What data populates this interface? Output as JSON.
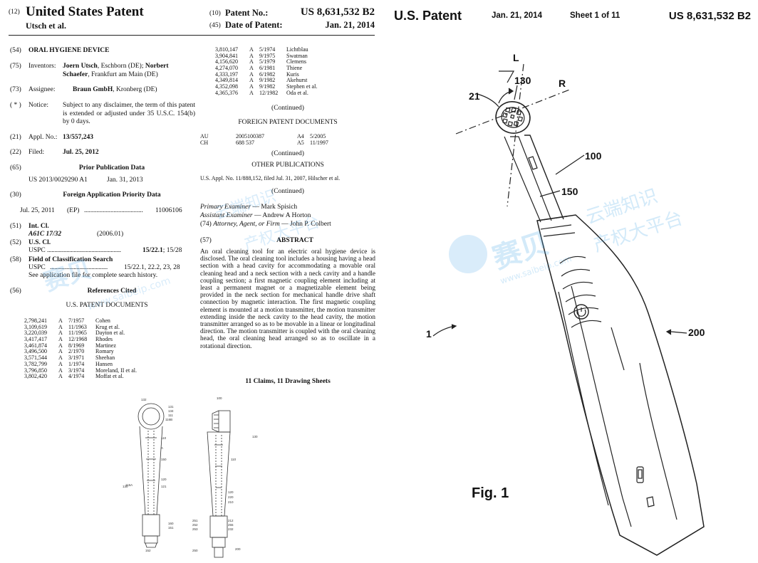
{
  "left_page": {
    "header": {
      "code_12": "(12)",
      "country_title": "United States Patent",
      "inventor_short": "Utsch et al.",
      "code_10": "(10)",
      "patent_no_label": "Patent No.:",
      "patent_no": "US 8,631,532 B2",
      "code_45": "(45)",
      "date_label": "Date of Patent:",
      "date": "Jan. 21, 2014"
    },
    "fields": {
      "title": {
        "code": "(54)",
        "value": "ORAL HYGIENE DEVICE"
      },
      "inventors": {
        "code": "(75)",
        "label": "Inventors:",
        "name1": "Joern Utsch",
        "rest1": ", Eschborn (DE);",
        "name2": "Norbert",
        "name2b": "Schaefer",
        "rest2": ", Frankfurt am Main (DE)"
      },
      "assignee": {
        "code": "(73)",
        "label": "Assignee:",
        "name": "Braun GmbH",
        "rest": ", Kronberg (DE)"
      },
      "notice": {
        "code": "( * )",
        "label": "Notice:",
        "text": "Subject to any disclaimer, the term of this patent is extended or adjusted under 35 U.S.C. 154(b) by 0 days."
      },
      "appl": {
        "code": "(21)",
        "label": "Appl. No.:",
        "value": "13/557,243"
      },
      "filed": {
        "code": "(22)",
        "label": "Filed:",
        "value": "Jul. 25, 2012"
      },
      "prior_pub": {
        "code": "(65)",
        "heading": "Prior Publication Data",
        "number": "US 2013/0029290 A1",
        "date": "Jan. 31, 2013"
      },
      "foreign_priority": {
        "code": "(30)",
        "heading": "Foreign Application Priority Data",
        "date": "Jul. 25, 2011",
        "office": "(EP)",
        "dots": "......................................",
        "number": "11006106"
      },
      "int_cl": {
        "code": "(51)",
        "label": "Int. Cl.",
        "class": "A61C 17/32",
        "year": "(2006.01)"
      },
      "us_cl": {
        "code": "(52)",
        "label": "U.S. Cl.",
        "uspc": "USPC",
        "dots": "..................................................",
        "main": "15/22.1",
        "rest": "; 15/28"
      },
      "field_search": {
        "code": "(58)",
        "label": "Field of Classification Search",
        "uspc": "USPC",
        "dots": ".......................................",
        "value": "15/22.1, 22.2, 23, 28",
        "note": "See application file for complete search history."
      },
      "refs": {
        "code": "(56)",
        "heading": "References Cited",
        "subheading": "U.S. PATENT DOCUMENTS"
      }
    },
    "us_patents_col1": [
      [
        "2,798,241",
        "A",
        "7/1957",
        "Cohen"
      ],
      [
        "3,109,619",
        "A",
        "11/1963",
        "Krug et al."
      ],
      [
        "3,220,039",
        "A",
        "11/1965",
        "Dayton et al."
      ],
      [
        "3,417,417",
        "A",
        "12/1968",
        "Rhodes"
      ],
      [
        "3,461,874",
        "A",
        "8/1969",
        "Martinez"
      ],
      [
        "3,496,500",
        "A",
        "2/1970",
        "Romary"
      ],
      [
        "3,571,544",
        "A",
        "3/1971",
        "Sheehan"
      ],
      [
        "3,782,799",
        "A",
        "1/1974",
        "Hansen"
      ],
      [
        "3,796,850",
        "A",
        "3/1974",
        "Moreland, II et al."
      ],
      [
        "3,802,420",
        "A",
        "4/1974",
        "Moffat et al."
      ]
    ],
    "us_patents_col2": [
      [
        "3,810,147",
        "A",
        "5/1974",
        "Lichtblau"
      ],
      [
        "3,904,841",
        "A",
        "9/1975",
        "Swatman"
      ],
      [
        "4,156,620",
        "A",
        "5/1979",
        "Clemens"
      ],
      [
        "4,274,070",
        "A",
        "6/1981",
        "Thiene"
      ],
      [
        "4,333,197",
        "A",
        "6/1982",
        "Kuris"
      ],
      [
        "4,349,814",
        "A",
        "9/1982",
        "Akehurst"
      ],
      [
        "4,352,098",
        "A",
        "9/1982",
        "Stephen et al."
      ],
      [
        "4,365,376",
        "A",
        "12/1982",
        "Oda et al."
      ]
    ],
    "continued": "(Continued)",
    "foreign_heading": "FOREIGN PATENT DOCUMENTS",
    "foreign_docs": [
      [
        "AU",
        "2005100387",
        "A4",
        "5/2005"
      ],
      [
        "CH",
        "688 537",
        "A5",
        "11/1997"
      ]
    ],
    "other_heading": "OTHER PUBLICATIONS",
    "other_pub": "U.S. Appl. No. 11/888,152, filed Jul. 31, 2007, Hilscher et al.",
    "examiners": {
      "primary_label": "Primary Examiner",
      "primary": "— Mark Spisich",
      "assistant_label": "Assistant Examiner",
      "assistant": "— Andrew A Horton",
      "code_74": "(74)",
      "attorney_label": "Attorney, Agent, or Firm",
      "attorney": "— John P. Colbert"
    },
    "abstract": {
      "code": "(57)",
      "heading": "ABSTRACT",
      "text": "An oral cleaning tool for an electric oral hygiene device is disclosed. The oral cleaning tool includes a housing having a head section with a head cavity for accommodating a movable oral cleaning head and a neck section with a neck cavity and a handle coupling section; a first magnetic coupling element including at least a permanent magnet or a magnetizable element being provided in the neck section for mechanical handle drive shaft connection by magnetic interaction. The first magnetic coupling element is mounted at a motion transmitter, the motion transmitter extending inside the neck cavity to the head cavity, the motion transmitter arranged so as to be movable in a linear or longitudinal direction. The motion transmitter is coupled with the oral cleaning head, the oral cleaning head arranged so as to oscillate in a rotational direction."
    },
    "claims": "11 Claims, 11 Drawing Sheets",
    "small_fig_labels": [
      "132",
      "131",
      "134",
      "111",
      "116B",
      "110",
      "A",
      "150",
      "116A",
      "120",
      "121",
      "160",
      "151",
      "152",
      "100",
      "130",
      "110",
      "130",
      "120",
      "220",
      "210",
      "251",
      "252",
      "253",
      "250",
      "212",
      "255",
      "232",
      "200"
    ]
  },
  "right_page": {
    "header": {
      "title": "U.S. Patent",
      "date": "Jan. 21, 2014",
      "sheet": "Sheet 1 of 11",
      "number": "US 8,631,532 B2"
    },
    "labels": {
      "L": "L",
      "r130": "130",
      "r21": "21",
      "R": "R",
      "r100": "100",
      "r150": "150",
      "r1": "1",
      "r200": "200"
    },
    "fig_label": "Fig. 1"
  },
  "watermark": {
    "brand": "赛贝",
    "slogan1": "云端知识",
    "slogan2": "产权大平台",
    "url": "www.saibeip.com"
  }
}
